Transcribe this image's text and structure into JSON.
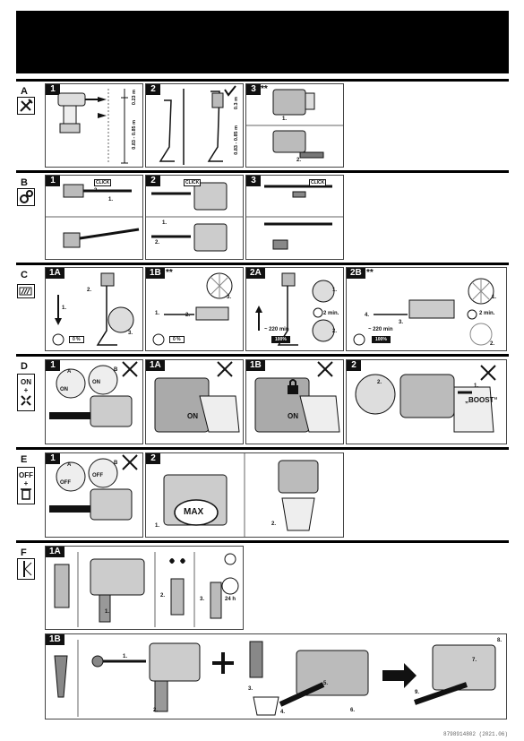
{
  "sections": {
    "A": {
      "letter": "A",
      "icon": "tools-icon"
    },
    "B": {
      "letter": "B",
      "icon": "gears-icon"
    },
    "C": {
      "letter": "C",
      "icon": "battery-icon"
    },
    "D": {
      "letter": "D",
      "icon_top": "ON",
      "icon_plus": "+"
    },
    "E": {
      "letter": "E",
      "icon_top": "OFF",
      "icon_plus": "+"
    },
    "F": {
      "letter": "F",
      "icon": "cleaning-brush-icon"
    }
  },
  "panels": {
    "A1": {
      "num": "1",
      "h1": "0.23 m",
      "h2": "0.83 - 0.85 m"
    },
    "A2": {
      "num": "2",
      "h1": "0.3 m",
      "h2": "0.83 - 0.85 m"
    },
    "A3": {
      "num": "3",
      "stars": "**",
      "s1": "1.",
      "s2": "2."
    },
    "B1": {
      "num": "1",
      "click": "CLICK",
      "s1": "1.",
      "s2": "2."
    },
    "B2": {
      "num": "2",
      "click": "CLICK",
      "s1": "1.",
      "s2": "2."
    },
    "B3": {
      "num": "3",
      "click": "CLICK"
    },
    "C1A": {
      "num": "1A",
      "pct": "0 %",
      "s1": "1.",
      "s2": "2.",
      "s3": "3."
    },
    "C1B": {
      "num": "1B",
      "stars": "**",
      "pct": "0 %",
      "s1": "1.",
      "s2": "2.",
      "s3": "3."
    },
    "C2A": {
      "num": "2A",
      "time": "~ 220 min",
      "pct": "100%",
      "min": "2 min.",
      "s1": "1.",
      "s2": "2."
    },
    "C2B": {
      "num": "2B",
      "stars": "**",
      "time": "~ 220 min",
      "pct": "100%",
      "min": "2 min.",
      "s1": "1.",
      "s2": "2.",
      "s3": "3.",
      "s4": "4."
    },
    "D1": {
      "num": "1",
      "a": "A",
      "b": "B",
      "on1": "ON",
      "on2": "ON"
    },
    "D1A": {
      "num": "1A",
      "on": "ON"
    },
    "D1B": {
      "num": "1B",
      "on": "ON"
    },
    "D2": {
      "num": "2",
      "s1": "1.",
      "s2": "2.",
      "boost": "„BOOST“"
    },
    "E1": {
      "num": "1",
      "a": "A",
      "b": "B",
      "off1": "OFF",
      "off2": "OFF"
    },
    "E2": {
      "num": "2",
      "max": "MAX",
      "s1": "1.",
      "s2": "2."
    },
    "F1A": {
      "num": "1A",
      "s1": "1.",
      "s2": "2.",
      "s3": "3.",
      "hours": "24 h"
    },
    "F1B": {
      "num": "1B",
      "s1": "1.",
      "s2": "2.",
      "s3": "3.",
      "s4": "4.",
      "s5": "5.",
      "s6": "6.",
      "s7": "7.",
      "s8": "8.",
      "s9": "9.",
      "plus": "+"
    }
  },
  "footer": "8798914802 (2021.06)"
}
